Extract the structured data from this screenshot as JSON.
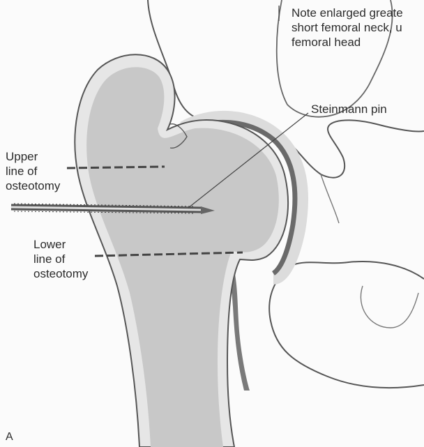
{
  "figure": {
    "note": {
      "lines": [
        "Note enlarged greate",
        "short femoral neck, u",
        "femoral head"
      ]
    },
    "pin_label": "Steinmann pin",
    "upper_label": {
      "lines": [
        "Upper",
        "line of",
        "osteotomy"
      ]
    },
    "lower_label": {
      "lines": [
        "Lower",
        "line of",
        "osteotomy"
      ]
    },
    "panel_letter": "A"
  },
  "colors": {
    "bone_fill": "#c8c8c8",
    "cortex": "#e6e6e6",
    "cartilage_dark": "#6a6a6a",
    "cartilage_light": "#dcdcdc",
    "outline": "#555555",
    "text": "#2b2b2b"
  }
}
